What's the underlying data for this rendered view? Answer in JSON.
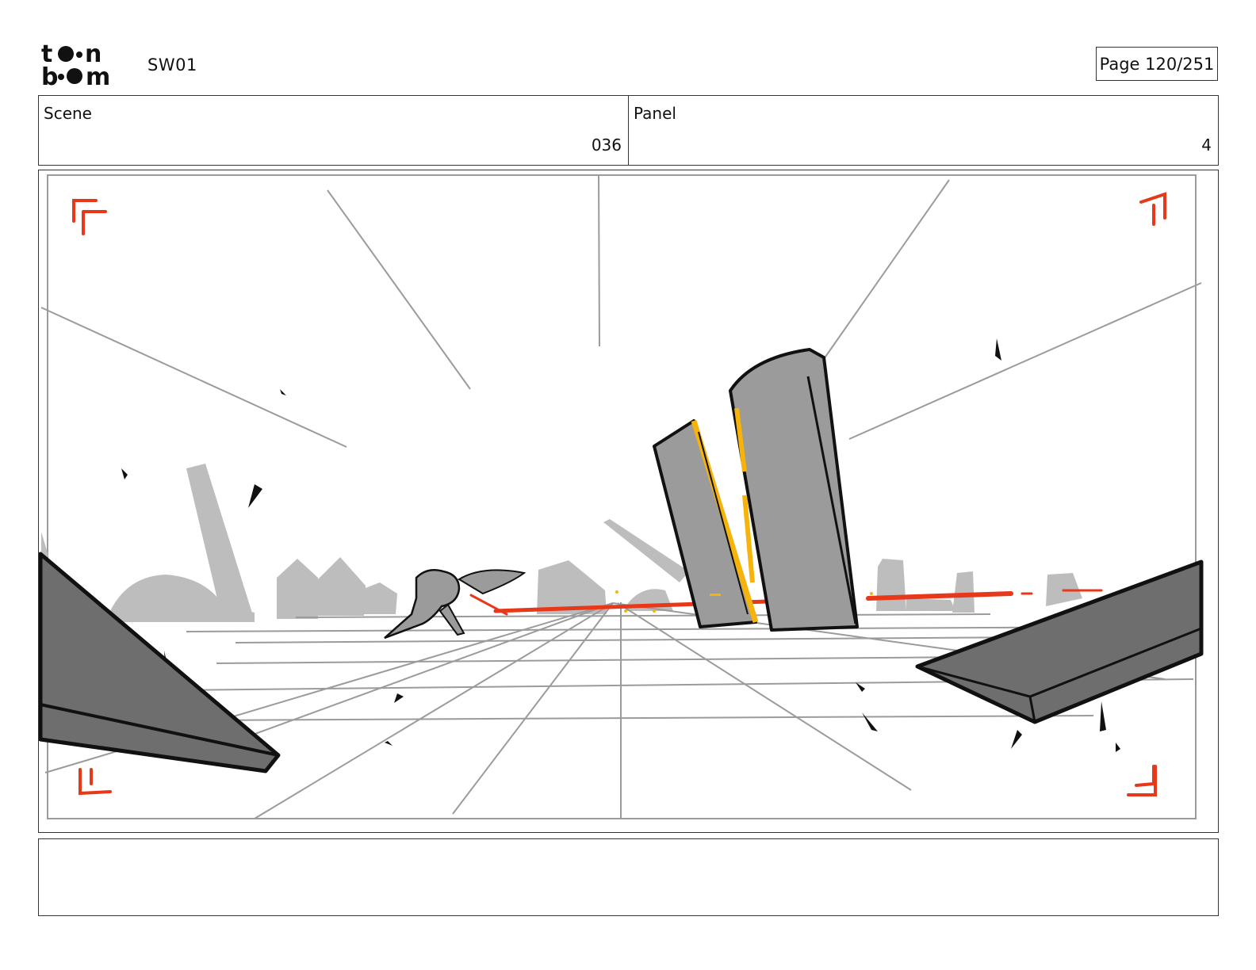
{
  "header": {
    "logo_name": "toonboom-logo",
    "project": "SW01",
    "page": "Page 120/251"
  },
  "info": {
    "scene_label": "Scene",
    "scene_value": "036",
    "panel_label": "Panel",
    "panel_value": "4"
  },
  "colors": {
    "sketch_gray": "#9b9b9b",
    "light_gray": "#bdbdbd",
    "dark_gray": "#6e6e6e",
    "laser_red": "#e8381a",
    "spark_yellow": "#f5b30c",
    "outline": "#111111"
  },
  "notes": {
    "text": ""
  }
}
